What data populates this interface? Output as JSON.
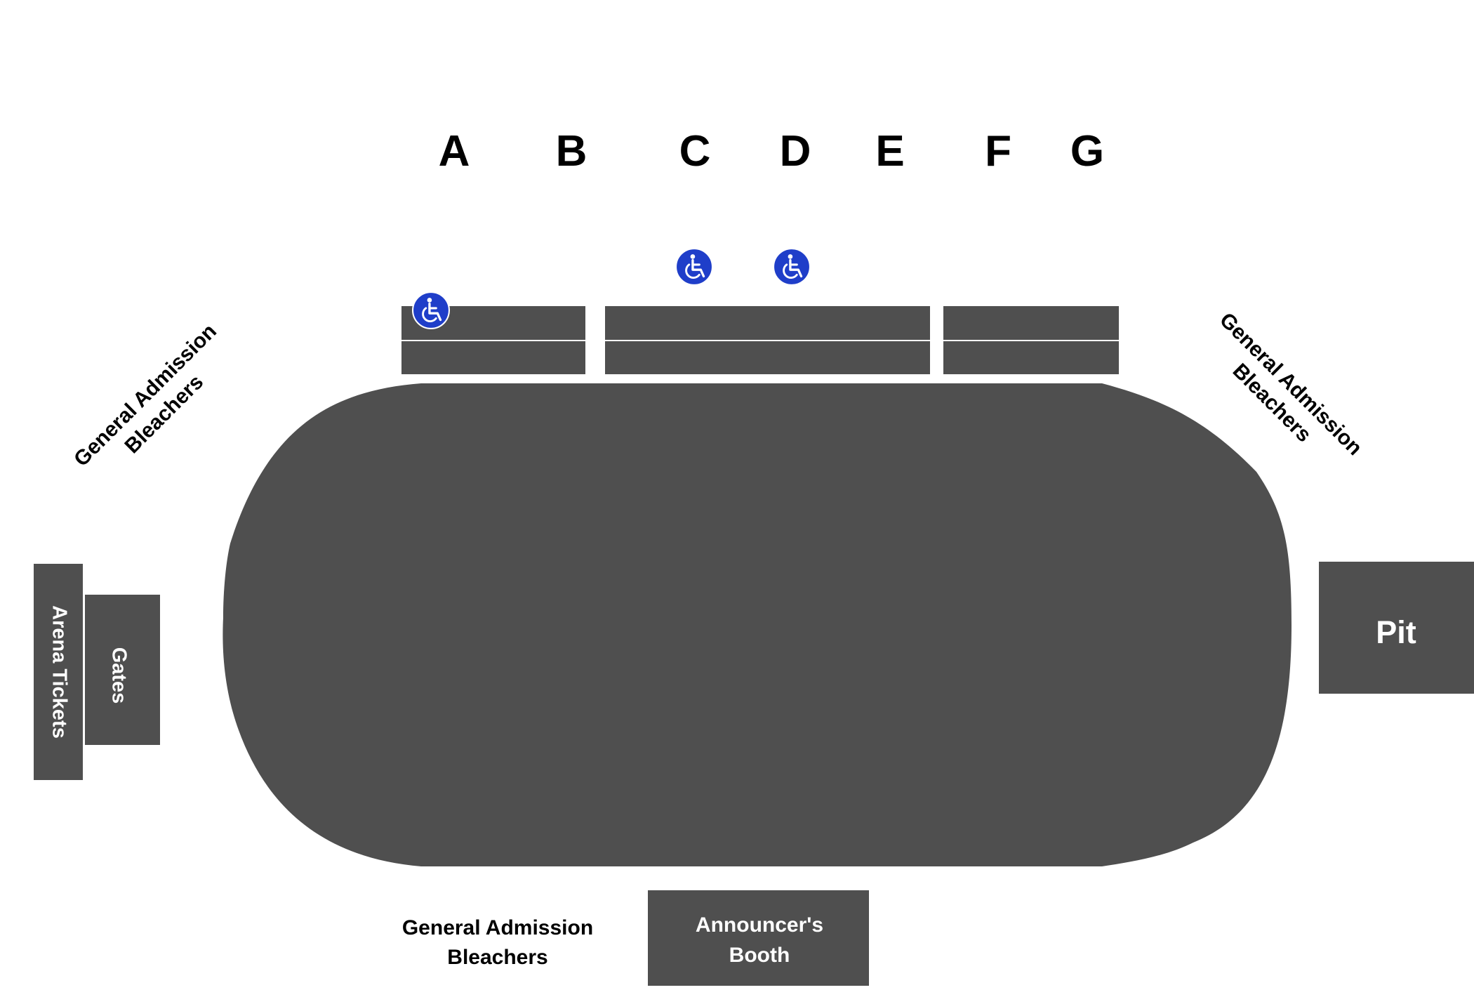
{
  "colors": {
    "block": "#4f4f4f",
    "divider": "#ffffff",
    "accessible": "#1f3ec9",
    "label_dark": "#000000",
    "label_light": "#ffffff"
  },
  "sections": {
    "a": "A",
    "b": "B",
    "c": "C",
    "d": "D",
    "e": "E",
    "f": "F",
    "g": "G"
  },
  "areas": {
    "ga_left": {
      "line1": "General Admission",
      "line2": "Bleachers"
    },
    "ga_right": {
      "line1": "General Admission",
      "line2": "Bleachers"
    },
    "ga_bottom": {
      "line1": "General Admission",
      "line2": "Bleachers"
    },
    "arena_tickets": "Arena Tickets",
    "gates": "Gates",
    "pit": "Pit",
    "announcers_booth": {
      "line1": "Announcer's",
      "line2": "Booth"
    }
  },
  "icons": {
    "accessible_seating": "wheelchair-icon"
  }
}
